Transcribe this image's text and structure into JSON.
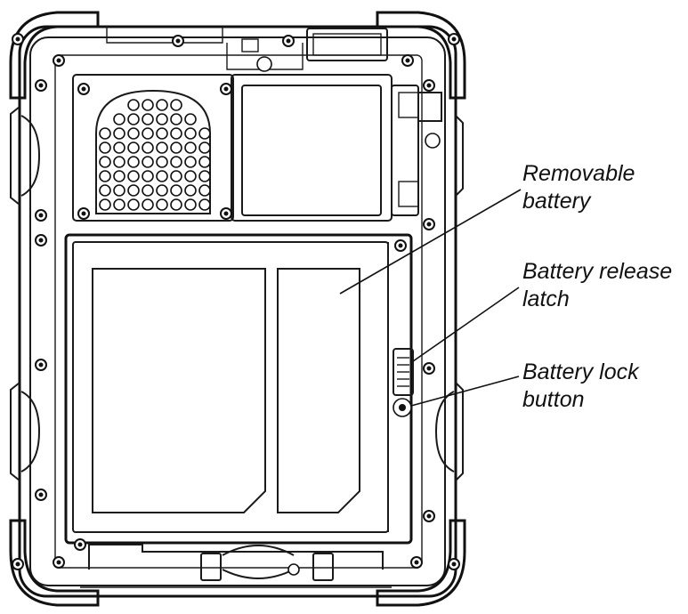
{
  "labels": {
    "removable_battery": [
      "Removable",
      "battery"
    ],
    "battery_release_latch": [
      "Battery release",
      "latch"
    ],
    "battery_lock_button": [
      "Battery lock",
      "button"
    ]
  },
  "colors": {
    "line": "#1a1a1a",
    "background": "#ffffff"
  }
}
